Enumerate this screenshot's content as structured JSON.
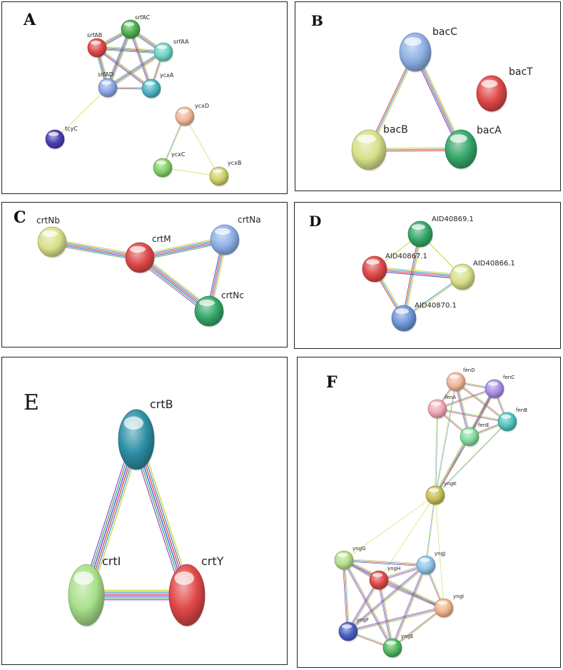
{
  "panels": [
    {
      "id": "A",
      "label": "A",
      "nodes": [
        {
          "id": "srfAC",
          "label": "srfAC",
          "color": "#4caf50"
        },
        {
          "id": "srfAB",
          "label": "srfAB",
          "color": "#e04848"
        },
        {
          "id": "srfAA",
          "label": "srfAA",
          "color": "#6fd3c1"
        },
        {
          "id": "srfAD",
          "label": "srfAD",
          "color": "#8fa6e6"
        },
        {
          "id": "ycxA",
          "label": "ycxA",
          "color": "#4fb3c4"
        },
        {
          "id": "tcyC",
          "label": "tcyC",
          "color": "#4a3fb3"
        },
        {
          "id": "ycxD",
          "label": "ycxD",
          "color": "#f2b79a"
        },
        {
          "id": "ycxC",
          "label": "ycxC",
          "color": "#86d067"
        },
        {
          "id": "ycxB",
          "label": "ycxB",
          "color": "#cfd067"
        }
      ]
    },
    {
      "id": "B",
      "label": "B",
      "nodes": [
        {
          "id": "bacC",
          "label": "bacC",
          "color": "#8fb0e6"
        },
        {
          "id": "bacT",
          "label": "bacT",
          "color": "#e04848"
        },
        {
          "id": "bacB",
          "label": "bacB",
          "color": "#d8e08a"
        },
        {
          "id": "bacA",
          "label": "bacA",
          "color": "#35a868"
        }
      ]
    },
    {
      "id": "C",
      "label": "C",
      "nodes": [
        {
          "id": "crtNb",
          "label": "crtNb",
          "color": "#d8e08a"
        },
        {
          "id": "crtM",
          "label": "crtM",
          "color": "#e04848"
        },
        {
          "id": "crtNa",
          "label": "crtNa",
          "color": "#8fb0e6"
        },
        {
          "id": "crtNc",
          "label": "crtNc",
          "color": "#35a868"
        }
      ]
    },
    {
      "id": "D",
      "label": "D",
      "nodes": [
        {
          "id": "AID40869",
          "label": "AID40869.1",
          "color": "#35a868"
        },
        {
          "id": "AID40867",
          "label": "AID40867.1",
          "color": "#e04848"
        },
        {
          "id": "AID40866",
          "label": "AID40866.1",
          "color": "#d8e08a"
        },
        {
          "id": "AID40870",
          "label": "AID40870.1",
          "color": "#6f95d9"
        }
      ]
    },
    {
      "id": "E",
      "label": "E",
      "nodes": [
        {
          "id": "crtB",
          "label": "crtB",
          "color": "#2e8fa6"
        },
        {
          "id": "crtI",
          "label": "crtI",
          "color": "#a8e08a"
        },
        {
          "id": "crtY",
          "label": "crtY",
          "color": "#e04848"
        }
      ]
    },
    {
      "id": "F",
      "label": "F",
      "nodes": [
        {
          "id": "fenD",
          "label": "fenD",
          "color": "#f0b79a"
        },
        {
          "id": "fenC",
          "label": "fenC",
          "color": "#a88ee6"
        },
        {
          "id": "fenA",
          "label": "fenA",
          "color": "#f0a8b4"
        },
        {
          "id": "fenB",
          "label": "fenB",
          "color": "#4fc4c0"
        },
        {
          "id": "fenE",
          "label": "fenE",
          "color": "#7fdc9e"
        },
        {
          "id": "yngK",
          "label": "yngK",
          "color": "#c4c057"
        },
        {
          "id": "yngG",
          "label": "yngG",
          "color": "#b4e08a"
        },
        {
          "id": "yngH",
          "label": "yngH",
          "color": "#e04848"
        },
        {
          "id": "yngJ",
          "label": "yngJ",
          "color": "#8fc4e6"
        },
        {
          "id": "yngI",
          "label": "yngI",
          "color": "#f0b48a"
        },
        {
          "id": "yngF",
          "label": "yngF",
          "color": "#4a5fc4"
        },
        {
          "id": "yngE",
          "label": "yngE",
          "color": "#4fb860"
        }
      ]
    }
  ]
}
